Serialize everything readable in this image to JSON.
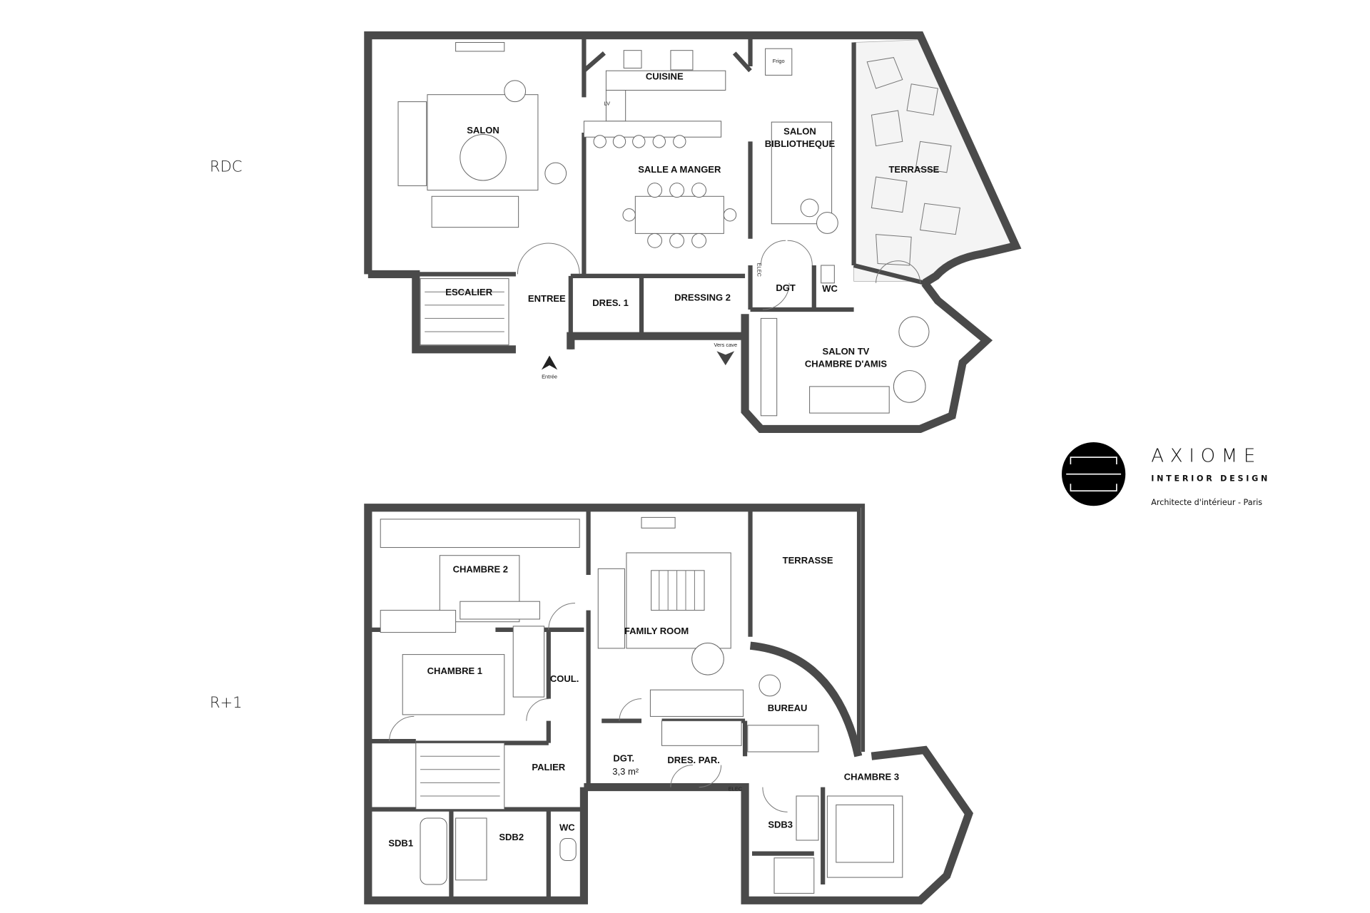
{
  "levels": {
    "ground": "RDC",
    "first": "R+1"
  },
  "ground_floor": {
    "rooms": {
      "salon": "SALON",
      "cuisine": "CUISINE",
      "salle_a_manger": "SALLE A MANGER",
      "salon_bibliotheque_1": "SALON",
      "salon_bibliotheque_2": "BIBLIOTHEQUE",
      "terrasse": "TERRASSE",
      "escalier": "ESCALIER",
      "entree": "ENTREE",
      "dres1": "DRES. 1",
      "dressing2": "DRESSING 2",
      "dgt": "DGT",
      "wc": "WC",
      "salon_tv_1": "SALON TV",
      "salon_tv_2": "CHAMBRE D'AMIS"
    },
    "annotations": {
      "frigo": "Frigo",
      "lv": "LV",
      "entree_arrow": "Entrée",
      "vers_cave": "Vers cave",
      "elec": "ELEC"
    }
  },
  "first_floor": {
    "rooms": {
      "chambre2": "CHAMBRE 2",
      "chambre1": "CHAMBRE 1",
      "coul": "COUL.",
      "family_room": "FAMILY ROOM",
      "terrasse": "TERRASSE",
      "bureau": "BUREAU",
      "palier": "PALIER",
      "dgt": "DGT.",
      "dgt_area": "3,3 m²",
      "dres_par": "DRES. PAR.",
      "chambre3": "CHAMBRE 3",
      "sdb3": "SDB3",
      "sdb1": "SDB1",
      "sdb2": "SDB2",
      "wc": "WC"
    },
    "annotations": {
      "elec": "ELEC"
    }
  },
  "logo": {
    "name": "AXIOME",
    "tagline": "INTERIOR DESIGN",
    "subtitle": "Architecte d'intérieur - Paris"
  },
  "colors": {
    "walls": "#4a4a4a",
    "logo": "#000000"
  }
}
